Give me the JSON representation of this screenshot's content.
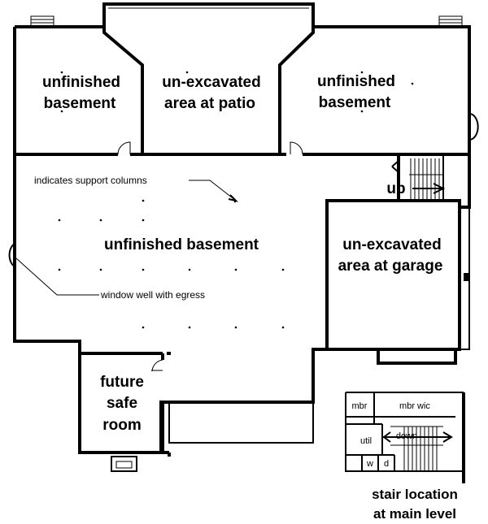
{
  "rooms": {
    "unfinished_basement_left": [
      "unfinished",
      "basement"
    ],
    "unexcavated_patio": [
      "un-excavated",
      "area at patio"
    ],
    "unfinished_basement_right": [
      "unfinished",
      "basement"
    ],
    "unfinished_basement_main": "unfinished basement",
    "unexcavated_garage": [
      "un-excavated",
      "area at garage"
    ],
    "safe_room": [
      "future",
      "safe",
      "room"
    ]
  },
  "stair_label": "up",
  "callouts": {
    "support_columns": "indicates support columns",
    "window_well": "window well with egress"
  },
  "inset": {
    "mbr": "mbr",
    "mbr_wic": "mbr wic",
    "util": "util",
    "down": "down",
    "w": "w",
    "d": "d",
    "caption": [
      "stair location",
      "at main level"
    ]
  }
}
